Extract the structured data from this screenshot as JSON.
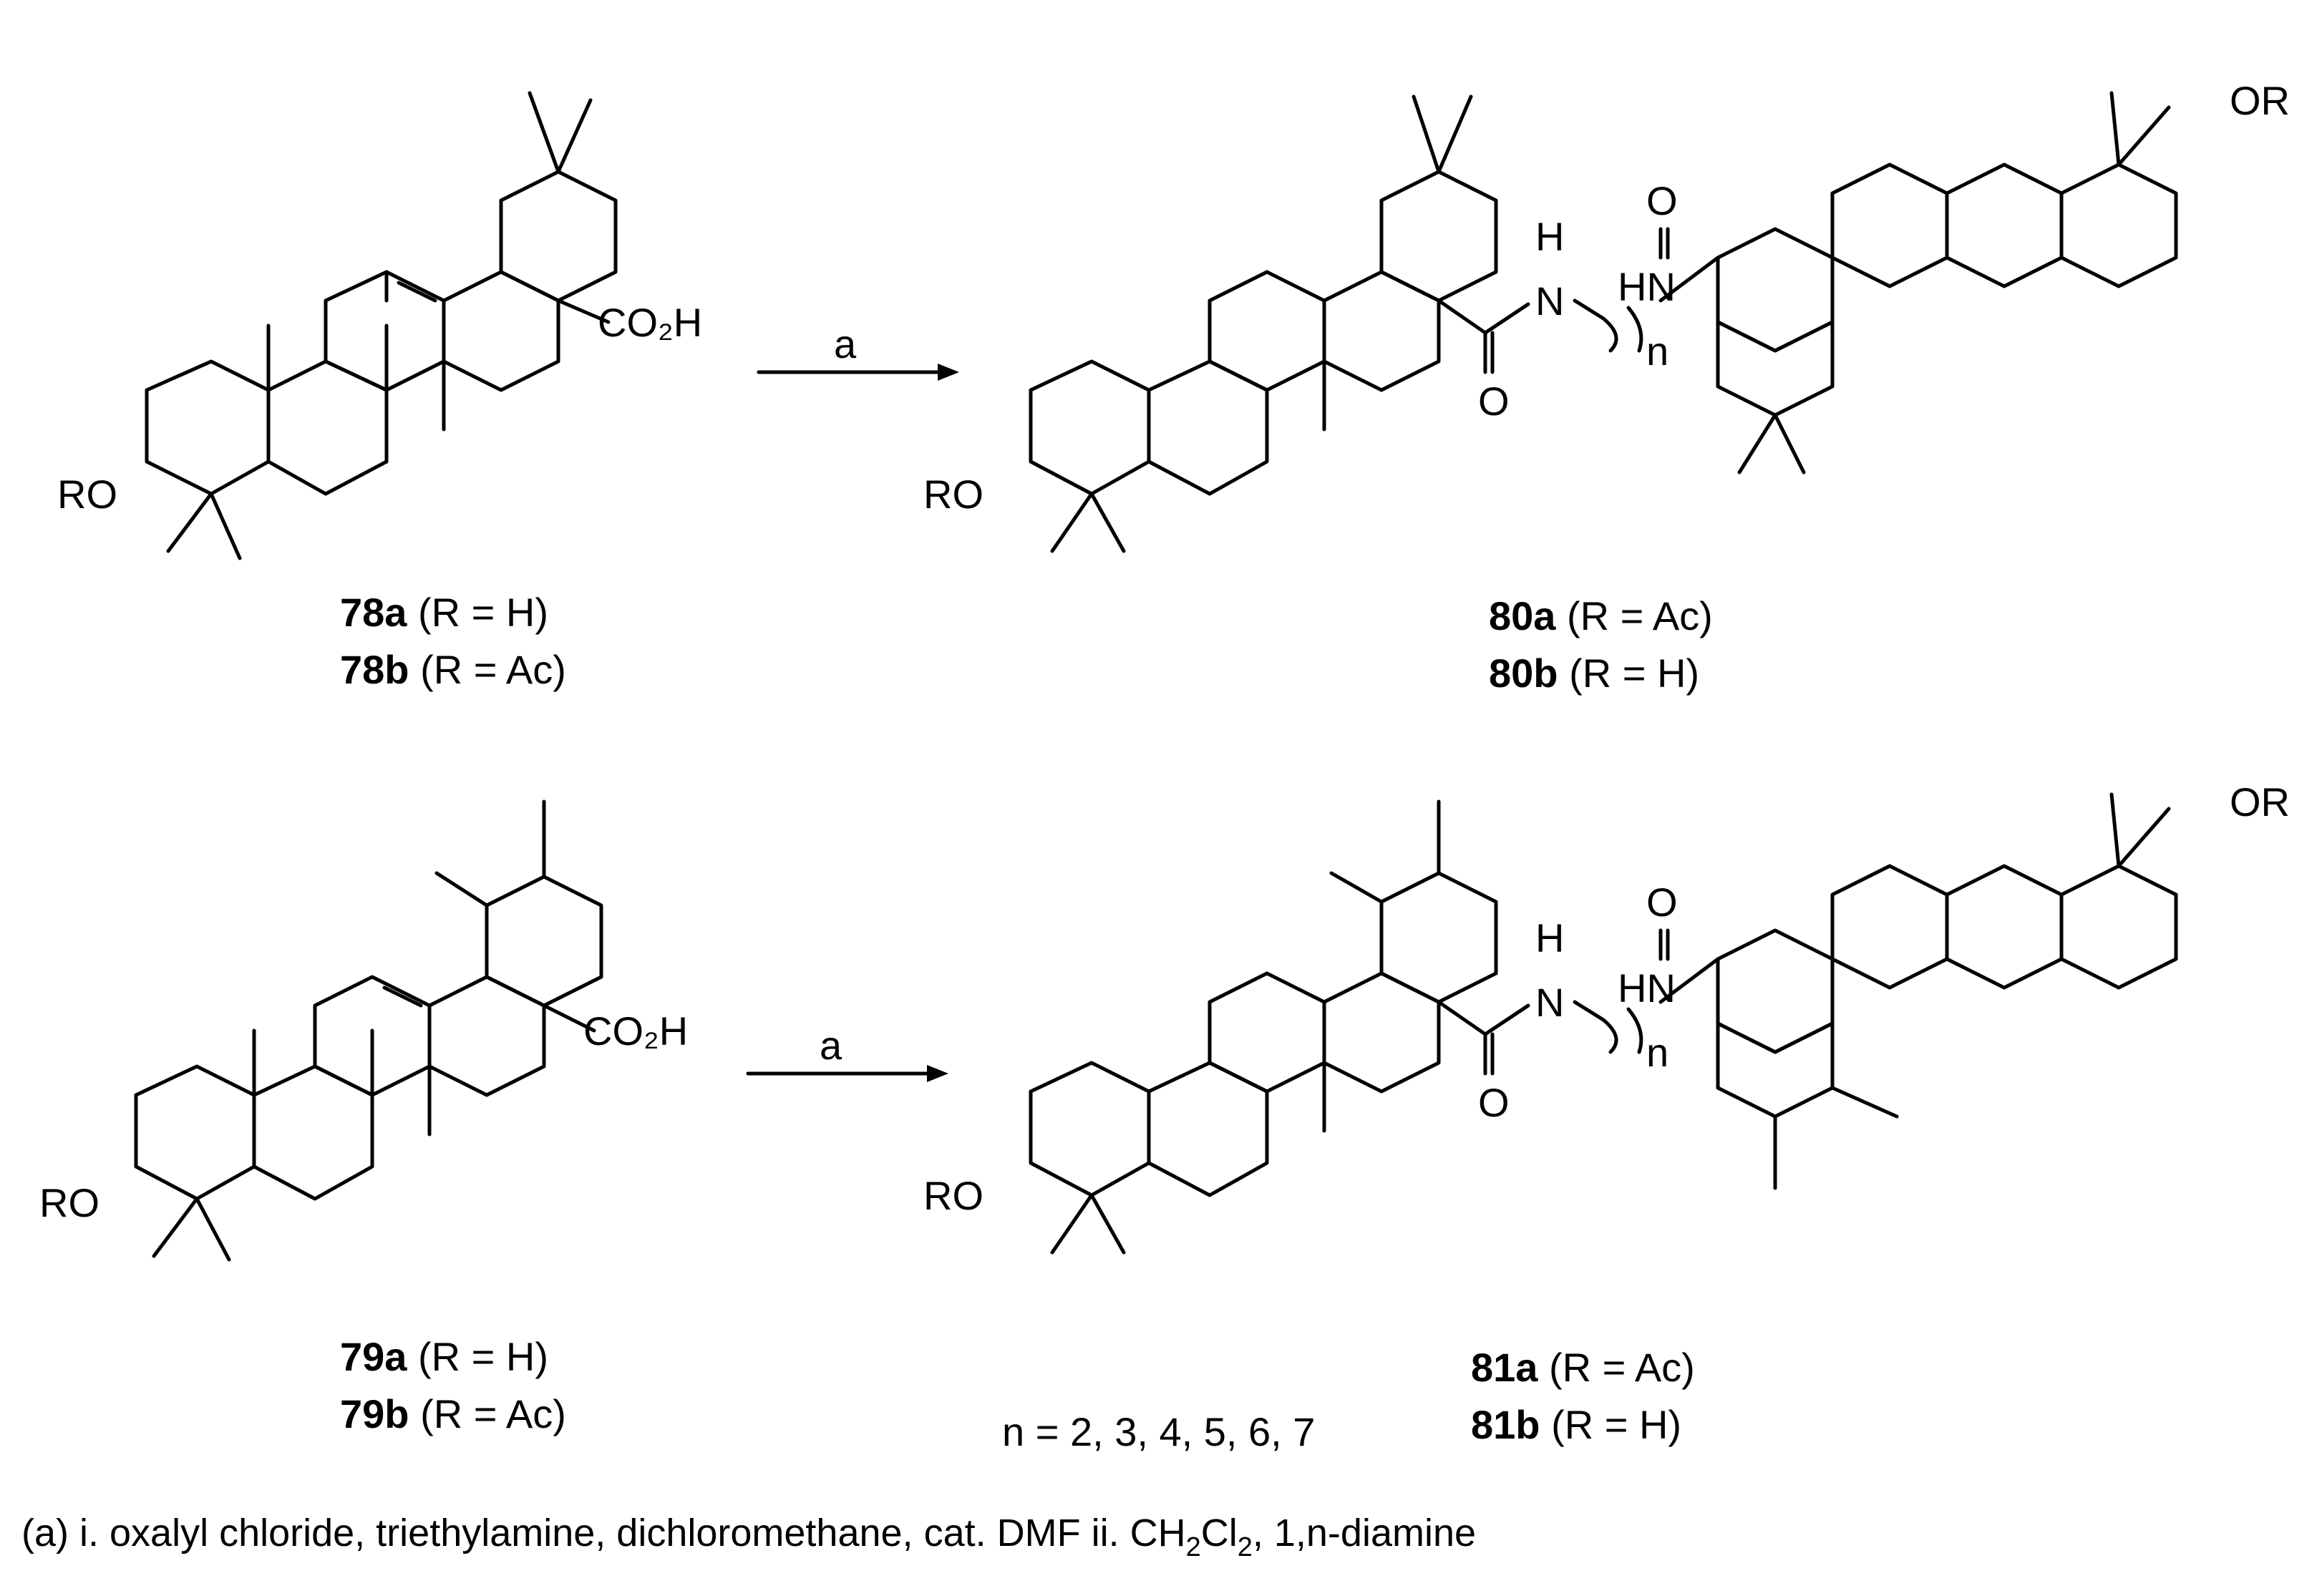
{
  "reactions": [
    {
      "reactant": {
        "id": "78a",
        "r": "(R = H)",
        "id2": "78b",
        "r2": "(R = Ac)",
        "acid": "CO₂H",
        "ro": "RO"
      },
      "arrow_label": "a",
      "product": {
        "id": "80a",
        "r": "(R = Ac)",
        "id2": "80b",
        "r2": "(R = H)",
        "ro": "RO",
        "or": "OR",
        "nh_left": "H",
        "n_left": "N",
        "hn_right": "HN",
        "o_left": "O",
        "o_right": "O",
        "n_sub": "n"
      }
    },
    {
      "reactant": {
        "id": "79a",
        "r": "(R = H)",
        "id2": "79b",
        "r2": "(R = Ac)",
        "acid": "CO₂H",
        "ro": "RO"
      },
      "arrow_label": "a",
      "product": {
        "id": "81a",
        "r": "(R = Ac)",
        "id2": "81b",
        "r2": "(R = H)",
        "ro": "RO",
        "or": "OR",
        "nh_left": "H",
        "n_left": "N",
        "hn_right": "HN",
        "o_left": "O",
        "o_right": "O",
        "n_sub": "n"
      }
    }
  ],
  "n_values": "n = 2, 3, 4, 5, 6, 7",
  "conditions": {
    "prefix": "(a) i. oxalyl chloride, triethylamine, dichloromethane, cat. DMF ii. CH",
    "sub1": "2",
    "mid": "Cl",
    "sub2": "2",
    "suffix": ", 1,n-diamine"
  }
}
